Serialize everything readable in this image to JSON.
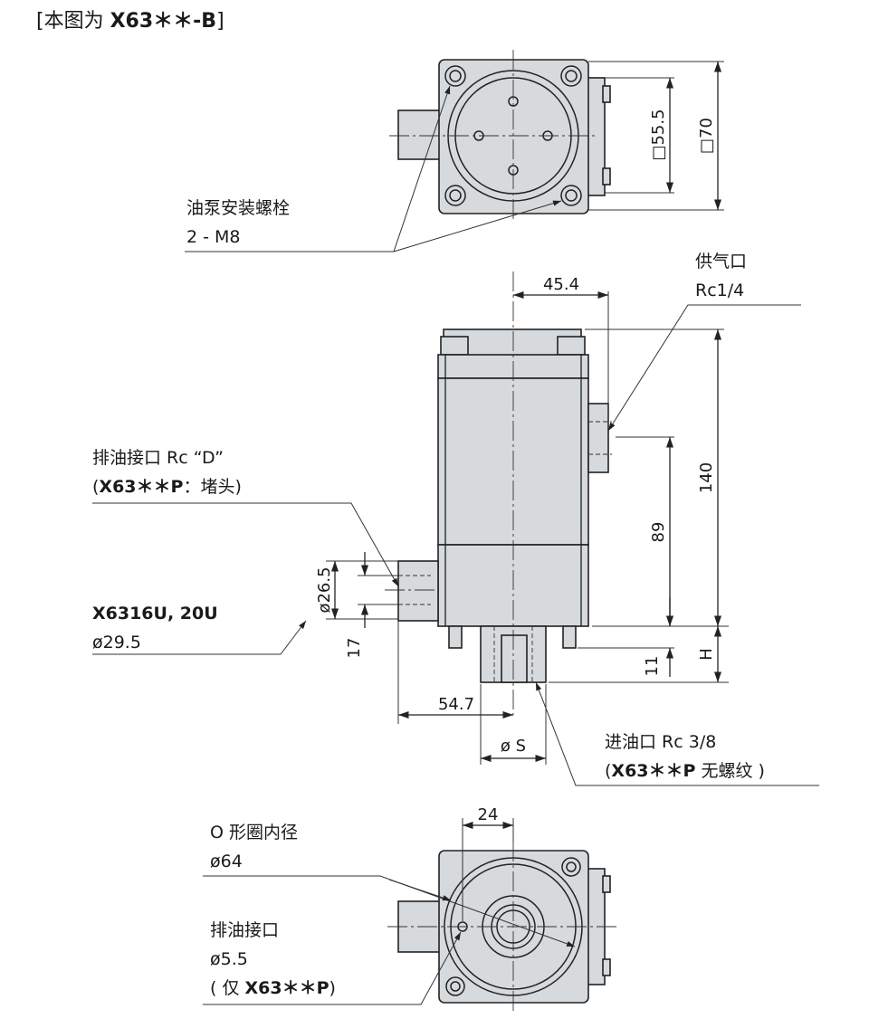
{
  "header": {
    "prefix": "[本图为 ",
    "model": "X63＊＊-B",
    "suffix": "]"
  },
  "top_view": {
    "bolt_label": "油泵安装螺栓",
    "bolt_spec": "2 - M8",
    "dim_inner": "□55.5",
    "dim_outer": "□70"
  },
  "side_view": {
    "air_port_label": "供气口",
    "air_port_spec": "Rc1/4",
    "drain_label_1": "排油接口 Rc “D”",
    "drain_label_2a": "(",
    "drain_label_2b": "X63＊＊P",
    "drain_label_2c": "：堵头)",
    "model_note": "X6316U, 20U",
    "model_note_dia": "ø29.5",
    "inlet_label_1": "进油口 Rc 3/8",
    "inlet_label_2a": "(",
    "inlet_label_2b": "X63＊＊P",
    "inlet_label_2c": " 无螺纹 )",
    "dims": {
      "d_45_4": "45.4",
      "d_140": "140",
      "d_89": "89",
      "d_26_5": "ø26.5",
      "d_17": "17",
      "d_11": "11",
      "d_H": "H",
      "d_54_7": "54.7",
      "d_S": "ø S"
    }
  },
  "bottom_view": {
    "oring_label": "O 形圈内径",
    "oring_dia": "ø64",
    "drain_label": "排油接口",
    "drain_dia": "ø5.5",
    "drain_note_a": "( 仅 ",
    "drain_note_b": "X63＊＊P",
    "drain_note_c": ")",
    "d_24": "24"
  }
}
